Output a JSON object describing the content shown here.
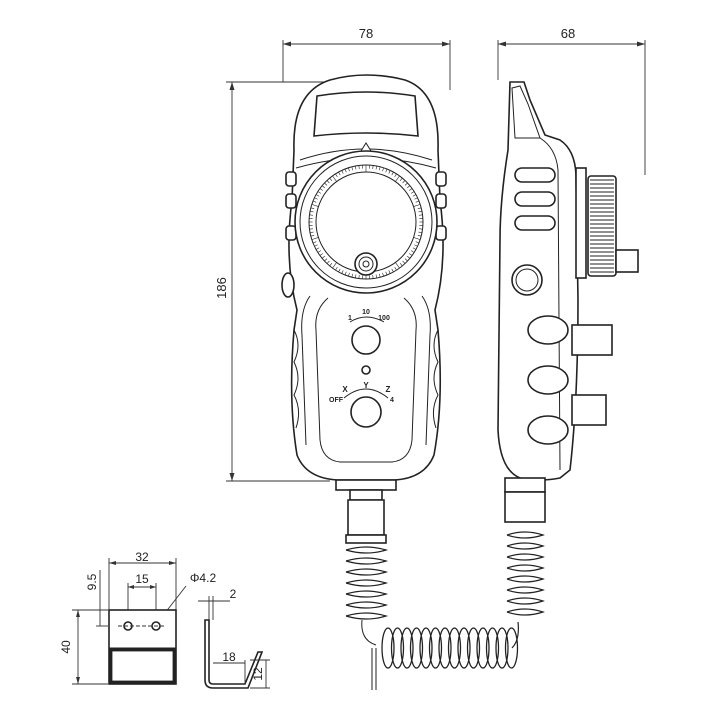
{
  "dimensions": {
    "front_width": "78",
    "side_width": "68",
    "height": "186",
    "bracket_width": "32",
    "hole_spacing": "15",
    "hole_diameter": "Φ4.2",
    "hole_offset": "9.5",
    "thickness": "2",
    "bracket_height": "40",
    "bracket_depth": "18",
    "lip_height": "12"
  },
  "labels": {
    "axis_x": "X",
    "axis_y": "Y",
    "axis_z": "Z",
    "axis_off": "OFF",
    "axis_4": "4",
    "mult_1": "1",
    "mult_10": "10",
    "mult_100": "100"
  }
}
